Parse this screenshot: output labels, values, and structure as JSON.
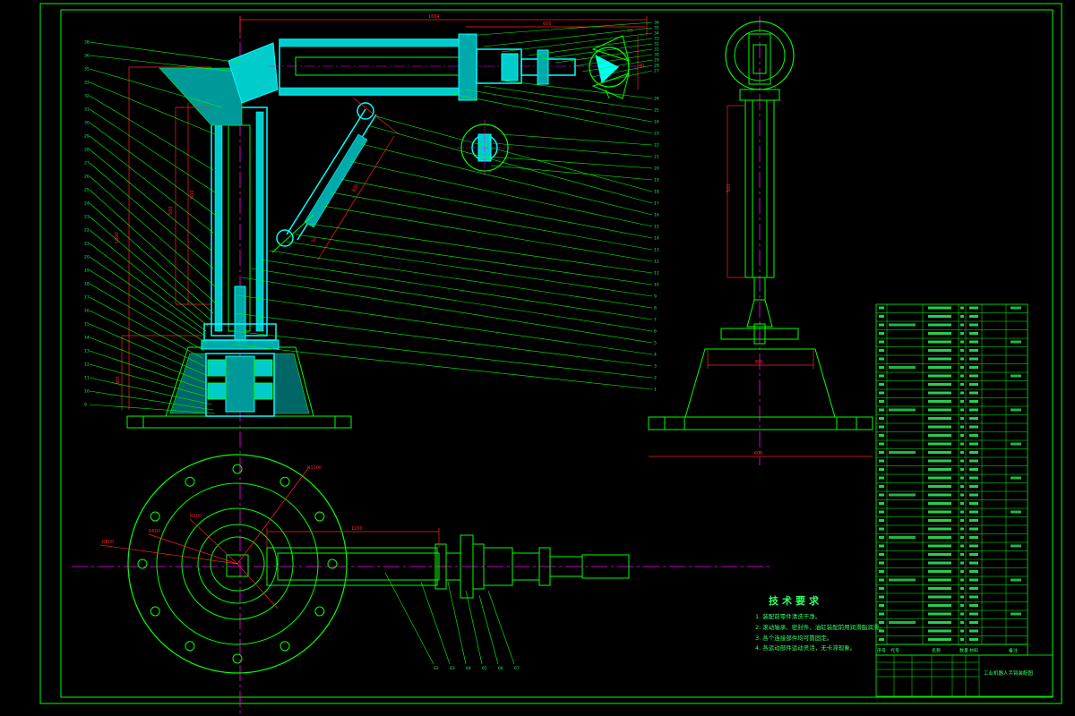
{
  "drawing": {
    "colors": {
      "background": "#000000",
      "outline": "#00ff00",
      "part_fill": "#00ffff",
      "hatch_fill": "#00aaaa",
      "dimension": "#ff2020",
      "centerline": "#ff00ff",
      "leader": "#00ff00",
      "text": "#33ff66"
    },
    "dimensions": {
      "overall_width": "1664",
      "upper_arm": "600",
      "upper_arm_tail": "50",
      "arm_depth": "40",
      "column_height": "1000",
      "mast_height": "500",
      "base_height": "300",
      "cylinder_stroke": "800",
      "cylinder_offset": "30",
      "side_mast": "500",
      "side_base_top": "300",
      "side_base_width": "600",
      "plan_arm_length": "1200",
      "plan_radius_1": "R1000",
      "plan_radius_2": "R800",
      "plan_radius_3": "R600",
      "plan_radius_4": "R200"
    },
    "callouts": {
      "front_left": [
        "38",
        "36",
        "35",
        "33",
        "32",
        "31",
        "30",
        "29",
        "28",
        "27",
        "26",
        "25",
        "24",
        "23",
        "22",
        "21",
        "20",
        "19",
        "18",
        "17",
        "16",
        "15",
        "14",
        "13",
        "12",
        "11",
        "10",
        "9"
      ],
      "front_right_top": [
        "36",
        "35",
        "34",
        "33",
        "32",
        "31",
        "30",
        "29",
        "28",
        "27"
      ],
      "front_right": [
        "26",
        "25",
        "24",
        "23",
        "22",
        "21",
        "20",
        "19",
        "18",
        "17",
        "16",
        "15",
        "14",
        "13",
        "12",
        "11",
        "10",
        "9",
        "8",
        "7",
        "6",
        "5",
        "4",
        "3",
        "2",
        "1"
      ],
      "plan_bottom": [
        "62",
        "63",
        "64",
        "65",
        "66",
        "67"
      ]
    },
    "technical_requirements": {
      "title": "技术要求",
      "items": [
        "1. 装配前零件清洗干净。",
        "2. 滚动轴承、密封件、油缸装配前用润滑脂润滑。",
        "3. 各个连接部件均可靠固定。",
        "4. 各运动部件运动灵活，无卡滞现象。"
      ]
    },
    "parts_list": {
      "rows": 40,
      "footer_headers": [
        "序号",
        "代号",
        "名称",
        "数量",
        "材料",
        "备注"
      ],
      "title_block_drawing_name": "工业机器人手臂装配图"
    }
  }
}
